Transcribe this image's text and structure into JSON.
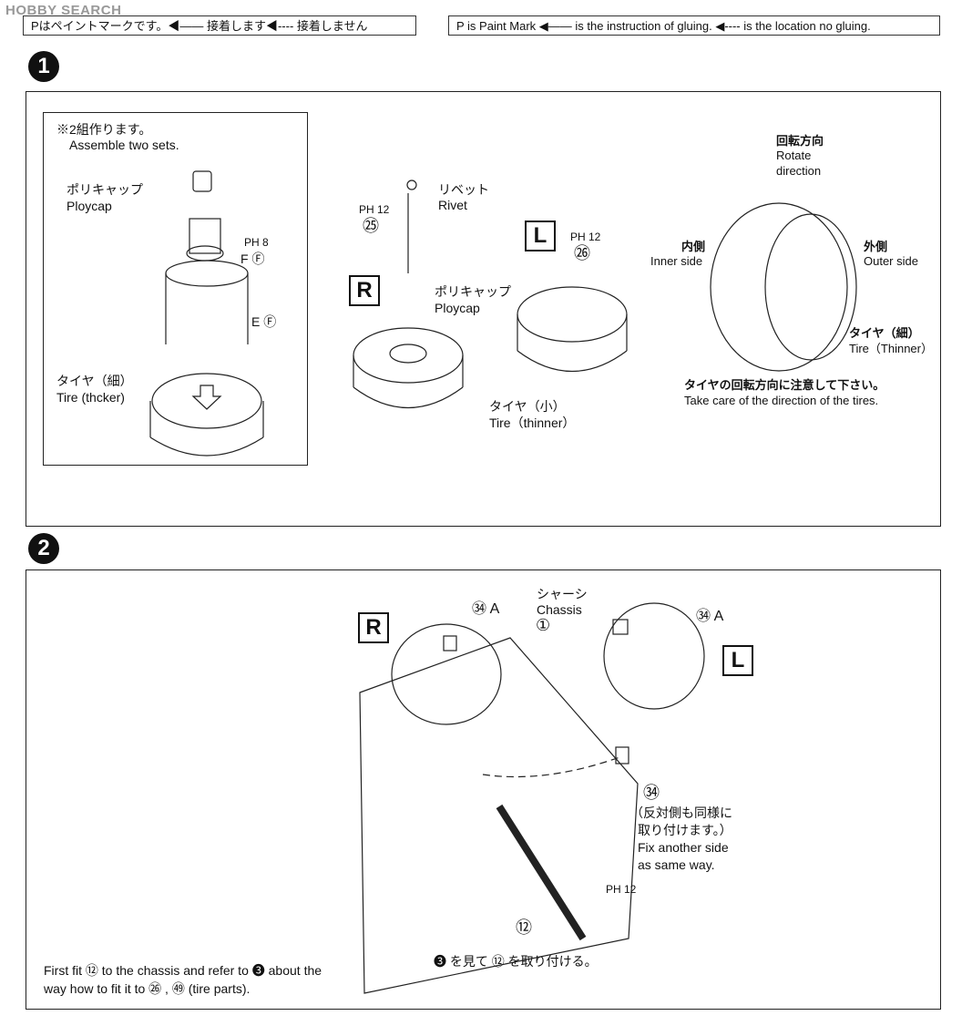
{
  "watermark": "HOBBY SEARCH",
  "header": {
    "jp": "Pはペイントマークです。◀―― 接着します◀---- 接着しません",
    "en": "P is Paint Mark ◀―― is the instruction of gluing. ◀---- is the location no gluing."
  },
  "step1": {
    "number": "1",
    "note_jp": "※2組作ります。",
    "note_en": "Assemble two sets.",
    "polycap_jp": "ポリキャップ",
    "polycap_en": "Ploycap",
    "paint_ph8": "PH 8",
    "part_f": "F Ⓕ",
    "part_e": "E Ⓕ",
    "tire_thick_jp": "タイヤ（細）",
    "tire_thick_en": "Tire (thcker)",
    "rivet_jp": "リベット",
    "rivet_en": "Rivet",
    "paint_ph12_a": "PH 12",
    "part25": "㉕",
    "label_r": "R",
    "label_l": "L",
    "paint_ph12_b": "PH 12",
    "part26": "㉖",
    "polycap2_jp": "ポリキャップ",
    "polycap2_en": "Ploycap",
    "tire_small_jp": "タイヤ（小）",
    "tire_small_en": "Tire（thinner）",
    "rotate_jp": "回転方向",
    "rotate_en1": "Rotate",
    "rotate_en2": "direction",
    "inner_jp": "内側",
    "inner_en": "Inner side",
    "outer_jp": "外側",
    "outer_en": "Outer side",
    "tire_thin_jp": "タイヤ（細）",
    "tire_thin_en": "Tire（Thinner）",
    "care_jp": "タイヤの回転方向に注意して下さい。",
    "care_en": "Take care of the direction of the tires."
  },
  "step2": {
    "number": "2",
    "chassis_jp": "シャーシ",
    "chassis_en": "Chassis",
    "part1": "①",
    "part34a_left": "㉞ A",
    "part34a_right": "㉞ A",
    "part34": "㉞",
    "label_r": "R",
    "label_l": "L",
    "other_jp1": "（反対側も同様に",
    "other_jp2": "取り付けます。）",
    "other_en1": "Fix another side",
    "other_en2": "as same way.",
    "paint_ph12": "PH 12",
    "part12": "⑫",
    "note_en1": "First fit ⑫ to the chassis and refer to ❸ about the",
    "note_en2": "way how to fit it to ㉖ , ㊾ (tire parts).",
    "note_jp": "❸ を見て ⑫ を取り付ける。"
  }
}
